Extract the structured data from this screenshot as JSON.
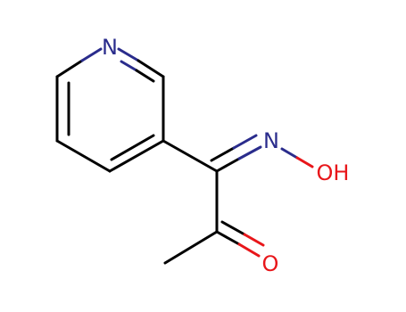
{
  "diagram": {
    "type": "chemical-structure",
    "colors": {
      "bond": "#000000",
      "nitrogen": "#2a2c8c",
      "oxygen": "#e8161a",
      "background": "#ffffff"
    },
    "atoms": {
      "ring_n": "N",
      "oxime_n": "N",
      "hydroxyl": "OH",
      "carbonyl_o": "O"
    }
  }
}
